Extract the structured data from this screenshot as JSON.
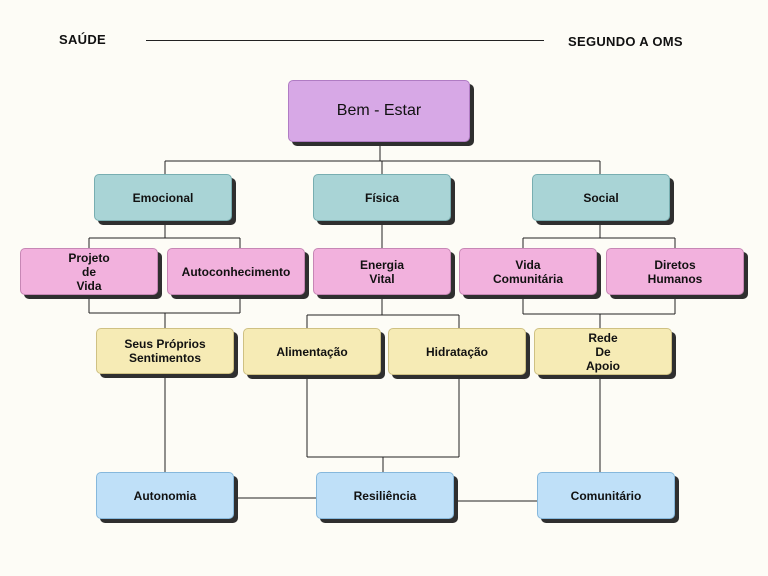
{
  "header": {
    "left": "SAÚDE",
    "right": "SEGUNDO A OMS"
  },
  "nodes": {
    "root": "Bem - Estar",
    "emocional": "Emocional",
    "fisica": "Física",
    "social": "Social",
    "projeto_de_vida": "Projeto\nde\nVida",
    "autoconhecimento": "Autoconhecimento",
    "energia_vital": "Energia\nVital",
    "vida_comunitaria": "Vida\nComunitária",
    "diretos_humanos": "Diretos\nHumanos",
    "seus_proprios_sentimentos": "Seus Próprios\nSentimentos",
    "alimentacao": "Alimentação",
    "hidratacao": "Hidratação",
    "rede_de_apoio": "Rede\nDe\nApoio",
    "autonomia": "Autonomia",
    "resiliencia": "Resiliência",
    "comunitario": "Comunitário"
  }
}
